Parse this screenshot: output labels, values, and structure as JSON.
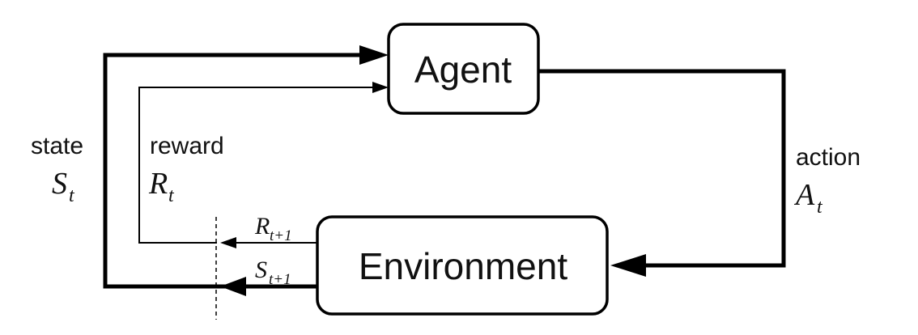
{
  "nodes": {
    "agent": "Agent",
    "environment": "Environment"
  },
  "edges": {
    "state": {
      "label": "state",
      "symbol": "S",
      "subscript": "t"
    },
    "reward": {
      "label": "reward",
      "symbol": "R",
      "subscript": "t"
    },
    "action": {
      "label": "action",
      "symbol": "A",
      "subscript": "t"
    },
    "next_reward": {
      "symbol": "R",
      "subscript": "t+1"
    },
    "next_state": {
      "symbol": "S",
      "subscript": "t+1"
    }
  }
}
